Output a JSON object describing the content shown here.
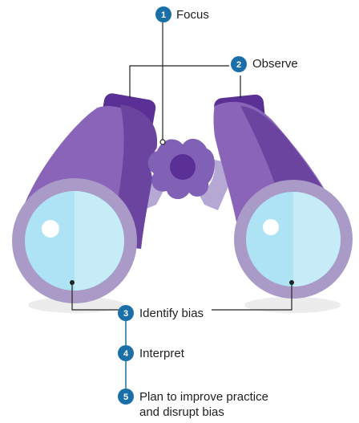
{
  "steps": [
    {
      "number": "1",
      "label": "Focus"
    },
    {
      "number": "2",
      "label": "Observe"
    },
    {
      "number": "3",
      "label": "Identify bias"
    },
    {
      "number": "4",
      "label": "Interpret"
    },
    {
      "number": "5",
      "label_line1": "Plan to improve practice",
      "label_line2": "and disrupt bias"
    }
  ],
  "colors": {
    "badge": "#1b6fa8",
    "connector": "#1b6fa8",
    "leader": "#222222",
    "barrel_light": "#8a64b8",
    "barrel_dark": "#6a449e",
    "rim": "#a99ac8",
    "eyecup": "#5a2f96",
    "lens": "#aee3f5",
    "bridge": "#b5a8d4",
    "hub": "#8061b5",
    "hub_center": "#5a2f96",
    "shadow": "#ececec"
  }
}
